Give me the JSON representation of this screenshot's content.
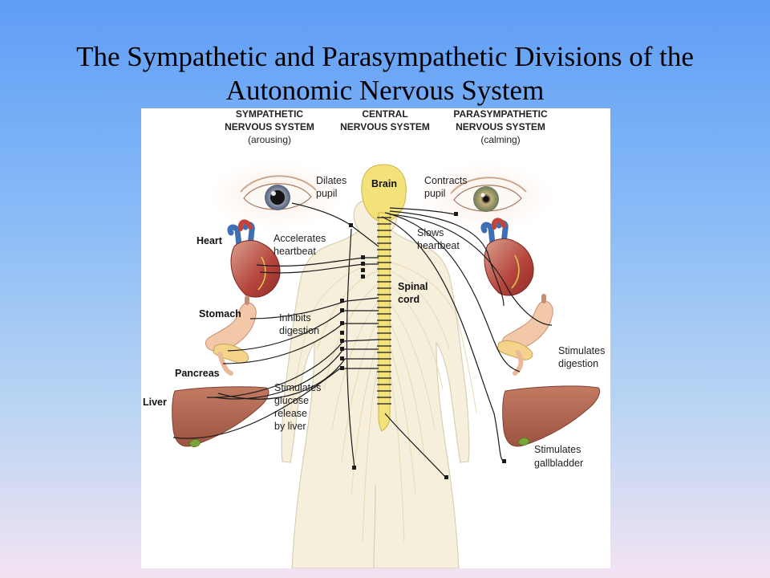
{
  "title": {
    "line1": "The Sympathetic and Parasympathetic Divisions of the",
    "line2": "Autonomic Nervous System"
  },
  "columns": {
    "sympathetic": {
      "line1": "SYMPATHETIC",
      "line2": "NERVOUS SYSTEM",
      "note": "(arousing)"
    },
    "central": {
      "line1": "CENTRAL",
      "line2": "NERVOUS SYSTEM"
    },
    "parasympathetic": {
      "line1": "PARASYMPATHETIC",
      "line2": "NERVOUS SYSTEM",
      "note": "(calming)"
    }
  },
  "cns_labels": {
    "brain": "Brain",
    "spinal_cord_line1": "Spinal",
    "spinal_cord_line2": "cord"
  },
  "organs": {
    "heart": "Heart",
    "stomach": "Stomach",
    "pancreas": "Pancreas",
    "liver": "Liver"
  },
  "sympathetic_effects": {
    "eye": {
      "line1": "Dilates",
      "line2": "pupil"
    },
    "heart": {
      "line1": "Accelerates",
      "line2": "heartbeat"
    },
    "stomach": {
      "line1": "Inhibits",
      "line2": "digestion"
    },
    "liver": {
      "line1": "Stimulates",
      "line2": "glucose",
      "line3": "release",
      "line4": "by liver"
    }
  },
  "parasympathetic_effects": {
    "eye": {
      "line1": "Contracts",
      "line2": "pupil"
    },
    "heart": {
      "line1": "Slows",
      "line2": "heartbeat"
    },
    "stomach": {
      "line1": "Stimulates",
      "line2": "digestion"
    },
    "gallbladder": {
      "line1": "Stimulates",
      "line2": "gallbladder"
    }
  },
  "colors": {
    "background_top": "#5f9df5",
    "background_bottom": "#f3e3f3",
    "spinal_cord": "#f3e27a",
    "body": "#f6efdc",
    "nerve": "#1a1a1a",
    "liver": "#b76a55",
    "heart": "#b7443c",
    "stomach": "#f2c8a8"
  }
}
